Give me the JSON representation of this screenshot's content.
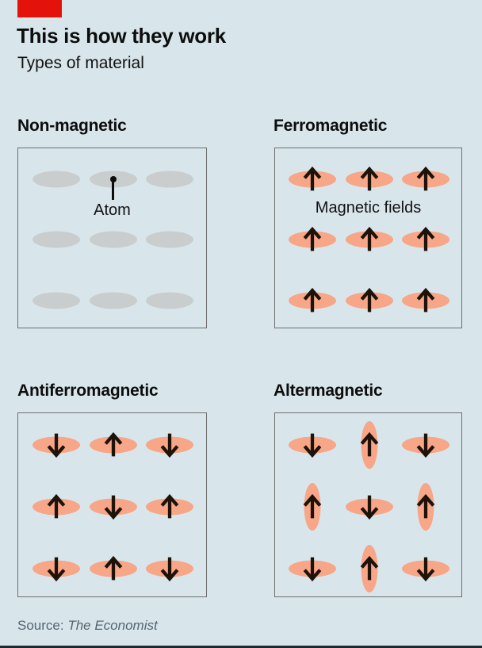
{
  "colors": {
    "background": "#d8e6ec",
    "accent_red": "#e3120b",
    "ellipse_gray": "#c9cdcd",
    "ellipse_salmon": "#f7a687",
    "arrow": "#1f1208",
    "box_border": "#6e6e6e",
    "text_dark": "#0d0d0d",
    "source_text": "#55656e"
  },
  "header": {
    "title": "This is how they work",
    "subtitle": "Types of material"
  },
  "panels": [
    {
      "id": "non-magnetic",
      "title": "Non-magnetic",
      "ellipse_color": "gray",
      "ellipse_orientations": [
        [
          "h",
          "h",
          "h"
        ],
        [
          "h",
          "h",
          "h"
        ],
        [
          "h",
          "h",
          "h"
        ]
      ],
      "arrows": [
        [
          "none",
          "none",
          "none"
        ],
        [
          "none",
          "none",
          "none"
        ],
        [
          "none",
          "none",
          "none"
        ]
      ],
      "annotation": {
        "type": "callout",
        "text": "Atom"
      }
    },
    {
      "id": "ferromagnetic",
      "title": "Ferromagnetic",
      "ellipse_color": "salmon",
      "ellipse_orientations": [
        [
          "h",
          "h",
          "h"
        ],
        [
          "h",
          "h",
          "h"
        ],
        [
          "h",
          "h",
          "h"
        ]
      ],
      "arrows": [
        [
          "up",
          "up",
          "up"
        ],
        [
          "up",
          "up",
          "up"
        ],
        [
          "up",
          "up",
          "up"
        ]
      ],
      "annotation": {
        "type": "label",
        "text": "Magnetic fields"
      }
    },
    {
      "id": "antiferromagnetic",
      "title": "Antiferromagnetic",
      "ellipse_color": "salmon",
      "ellipse_orientations": [
        [
          "h",
          "h",
          "h"
        ],
        [
          "h",
          "h",
          "h"
        ],
        [
          "h",
          "h",
          "h"
        ]
      ],
      "arrows": [
        [
          "down",
          "up",
          "down"
        ],
        [
          "up",
          "down",
          "up"
        ],
        [
          "down",
          "up",
          "down"
        ]
      ],
      "annotation": null
    },
    {
      "id": "altermagnetic",
      "title": "Altermagnetic",
      "ellipse_color": "salmon",
      "ellipse_orientations": [
        [
          "h",
          "v",
          "h"
        ],
        [
          "v",
          "h",
          "v"
        ],
        [
          "h",
          "v",
          "h"
        ]
      ],
      "arrows": [
        [
          "down",
          "up",
          "down"
        ],
        [
          "up",
          "down",
          "up"
        ],
        [
          "down",
          "up",
          "down"
        ]
      ],
      "annotation": null
    }
  ],
  "footer": {
    "source_prefix": "Source:",
    "source_name": "The Economist"
  }
}
